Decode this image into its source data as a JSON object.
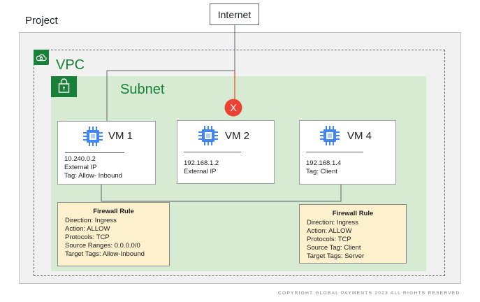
{
  "project": {
    "label": "Project"
  },
  "internet": {
    "label": "Internet"
  },
  "vpc": {
    "label": "VPC",
    "icon": "cloud-icon"
  },
  "subnet": {
    "label": "Subnet",
    "icon": "lock-icon"
  },
  "blocked_icon": {
    "icon": "close-icon",
    "glyph": "X",
    "color": "#ea4335"
  },
  "vms": [
    {
      "name": "VM 1",
      "icon": "chip-icon",
      "lines": [
        "10.240.0.2",
        "External IP",
        "Tag: Allow- Inbound"
      ]
    },
    {
      "name": "VM 2",
      "icon": "chip-icon",
      "lines": [
        "192.168.1.2",
        "External IP"
      ]
    },
    {
      "name": "VM 4",
      "icon": "chip-icon",
      "lines": [
        "192.168.1.4",
        "Tag: Client"
      ]
    }
  ],
  "firewall_rules": [
    {
      "title": "Firewall Rule",
      "lines": [
        "Direction: Ingress",
        "Action: ALLOW",
        "Protocols: TCP",
        "Source Ranges: 0.0.0.0/0",
        "Target Tags: Allow-Inbound"
      ]
    },
    {
      "title": "Firewall Rule",
      "lines": [
        "Direction: Ingress",
        "Action: ALLOW",
        "Protocols: TCP",
        "Source Tag: Client",
        "Target Tags: Server"
      ]
    }
  ],
  "copyright": "COPYRIGHT GLOBAL PAYMENTS 2023 ALL RIGHTS RESERVED",
  "colors": {
    "green": "#188038",
    "subnet_fill": "#d7ead2",
    "rule_fill": "#fdf0cc",
    "chip_blue": "#4285f4",
    "blocked_red": "#ea4335"
  }
}
